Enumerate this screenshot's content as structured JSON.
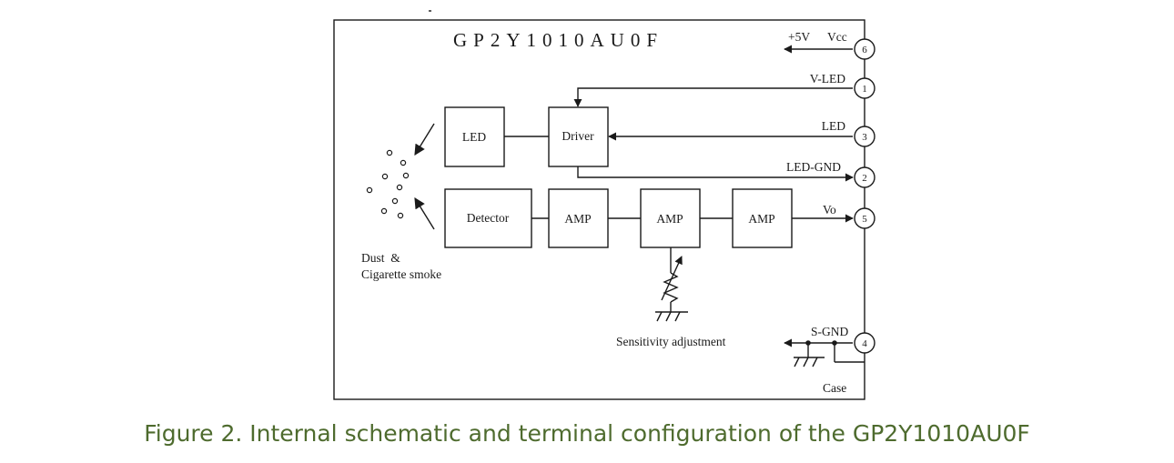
{
  "diagram": {
    "title": "GP2Y1010AU0F",
    "blocks": {
      "led": "LED",
      "driver": "Driver",
      "detector": "Detector",
      "amp1": "AMP",
      "amp2": "AMP",
      "amp3": "AMP"
    },
    "signals": {
      "vcc_supply": "+5V",
      "vcc": "Vcc",
      "v_led": "V-LED",
      "led": "LED",
      "led_gnd": "LED-GND",
      "vo": "Vo",
      "s_gnd": "S-GND",
      "case": "Case"
    },
    "pins": {
      "vcc": "6",
      "v_led": "1",
      "led": "3",
      "led_gnd": "2",
      "vo": "5",
      "s_gnd": "4"
    },
    "notes": {
      "dust_line1": "Dust  &",
      "dust_line2": "Cigarette smoke",
      "sensitivity": "Sensitivity adjustment"
    }
  },
  "caption": "Figure 2. Internal schematic and terminal configuration of the GP2Y1010AU0F",
  "colors": {
    "caption": "#4e6b2e",
    "lines": "#1a1a1a"
  }
}
